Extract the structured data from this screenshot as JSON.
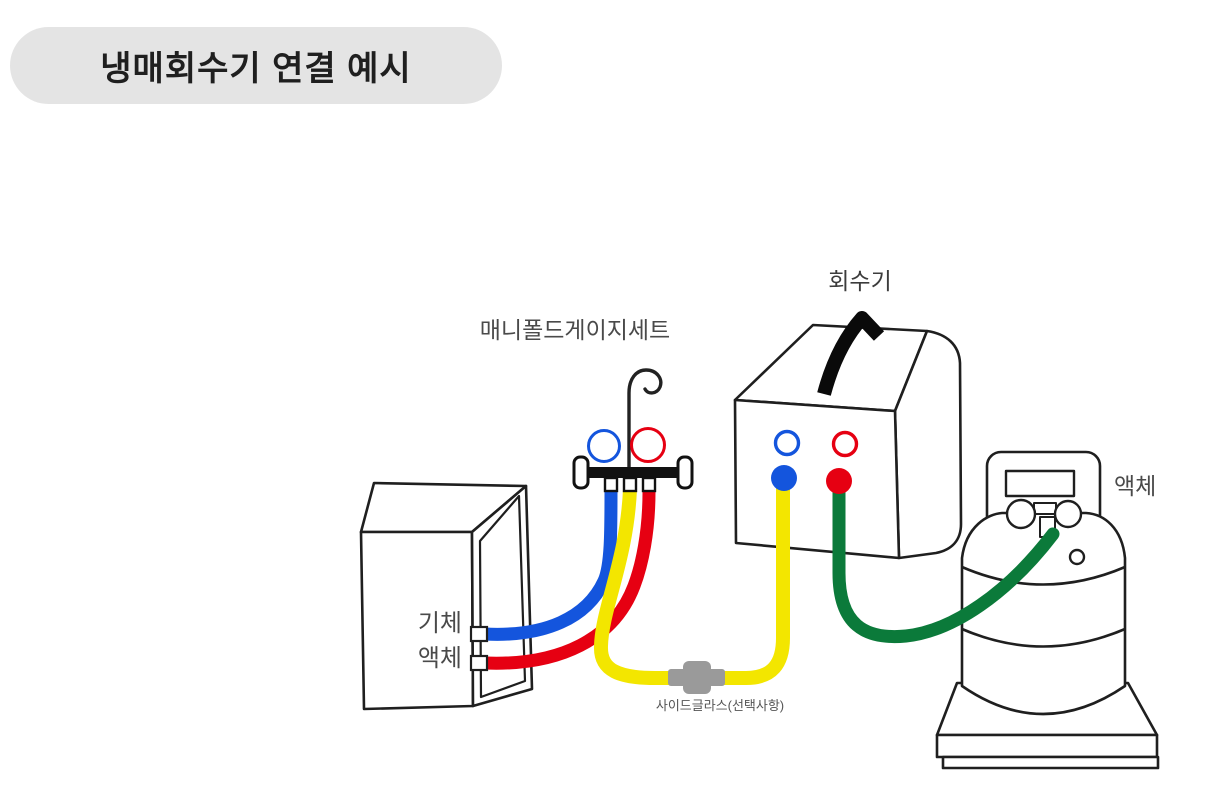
{
  "title": {
    "text": "냉매회수기 연결 예시"
  },
  "labels": {
    "manifold_gauge_set": "매니폴드게이지세트",
    "recovery_machine": "회수기",
    "tank_liquid": "액체",
    "unit_gas_port": "기체",
    "unit_liquid_port": "액체",
    "sight_glass": "사이드글라스(선택사항)"
  },
  "colors": {
    "title_pill_bg": "#e4e4e4",
    "outline": "#1f1f1f",
    "hose_blue": "#1455dd",
    "hose_red": "#e60012",
    "hose_yellow": "#f3e600",
    "hose_green": "#0b7a3a",
    "sight_glass_gray": "#9a9a9a"
  }
}
